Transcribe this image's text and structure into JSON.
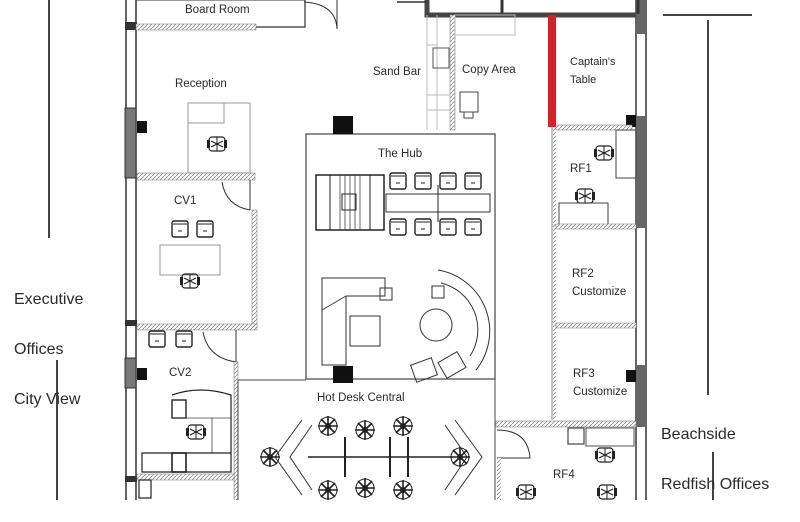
{
  "floorplan": {
    "zones": {
      "executive": {
        "line1": "Executive",
        "line2": "Offices",
        "line3": "City View"
      },
      "beachside": {
        "line1": "Beachside",
        "line2": "Redfish Offices"
      }
    },
    "rooms": [
      {
        "id": "board-room",
        "label": "Board Room"
      },
      {
        "id": "reception",
        "label": "Reception"
      },
      {
        "id": "cv1",
        "label": "CV1"
      },
      {
        "id": "cv2",
        "label": "CV2"
      },
      {
        "id": "sand-bar",
        "label": "Sand Bar"
      },
      {
        "id": "copy-area",
        "label": "Copy Area"
      },
      {
        "id": "captains-table",
        "line1": "Captain's",
        "line2": "Table"
      },
      {
        "id": "the-hub",
        "label": "The Hub"
      },
      {
        "id": "hot-desk-central",
        "label": "Hot Desk Central"
      },
      {
        "id": "rf1",
        "label": "RF1"
      },
      {
        "id": "rf2",
        "line1": "RF2",
        "line2": "Customize"
      },
      {
        "id": "rf3",
        "line1": "RF3",
        "line2": "Customize"
      },
      {
        "id": "rf4",
        "label": "RF4"
      }
    ],
    "colors": {
      "wall": "#555555",
      "line": "#333333",
      "highlight_wall": "#d62027",
      "column": "#111111"
    }
  }
}
